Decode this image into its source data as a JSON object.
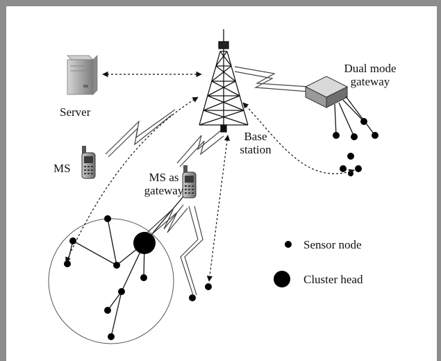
{
  "labels": {
    "server": "Server",
    "base_station_line1": "Base",
    "base_station_line2": "station",
    "dual_mode_line1": "Dual mode",
    "dual_mode_line2": "gateway",
    "ms": "MS",
    "ms_gateway_line1": "MS as",
    "ms_gateway_line2": "gateway"
  },
  "legend": {
    "sensor_node": "Sensor node",
    "cluster_head": "Cluster head"
  },
  "colors": {
    "frame": "#8c8c8c",
    "ink": "#111111",
    "node": "#000000",
    "device_gray": "#9a9a9a"
  }
}
